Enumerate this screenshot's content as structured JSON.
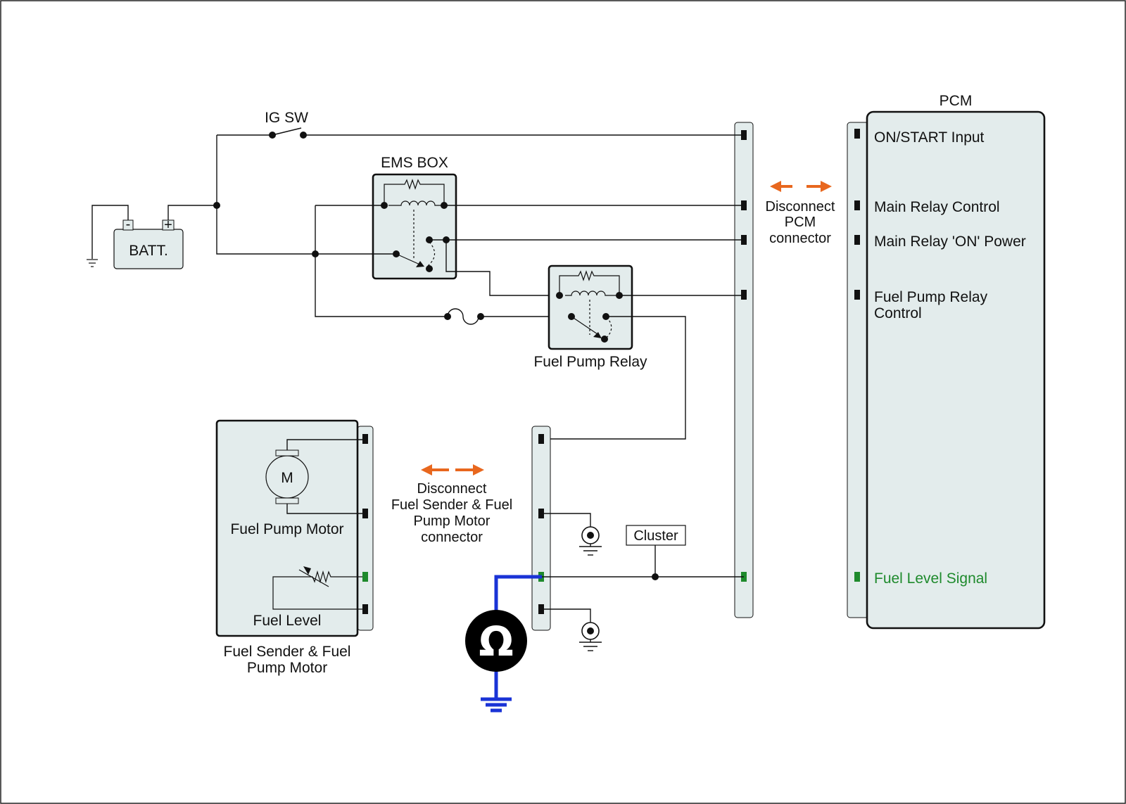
{
  "labels": {
    "ig_sw": "IG SW",
    "batt": "BATT.",
    "batt_neg": "-",
    "batt_pos": "+",
    "ems_box": "EMS BOX",
    "fuel_pump_relay": "Fuel Pump Relay",
    "disconnect_pcm": [
      "Disconnect",
      "PCM",
      "connector"
    ],
    "disconnect_fuel": [
      "Disconnect",
      "Fuel Sender & Fuel",
      "Pump Motor",
      "connector"
    ],
    "motor_symbol": "M",
    "fuel_pump_motor": "Fuel Pump Motor",
    "fuel_level": "Fuel Level",
    "fuel_sender_module": [
      "Fuel Sender & Fuel",
      "Pump Motor"
    ],
    "cluster": "Cluster",
    "ohm_symbol": "Ω"
  },
  "pcm": {
    "title": "PCM",
    "pins": [
      {
        "label": [
          "ON/START Input"
        ],
        "signal": false
      },
      {
        "label": [
          "Main Relay Control"
        ],
        "signal": false
      },
      {
        "label": [
          "Main Relay 'ON' Power"
        ],
        "signal": false
      },
      {
        "label": [
          "Fuel Pump Relay",
          "Control"
        ],
        "signal": false
      },
      {
        "label": [
          "Fuel Level Signal"
        ],
        "signal": true
      }
    ]
  },
  "colors": {
    "module_fill": "#e3ecec",
    "wire": "#111111",
    "signal_pin": "#1e8a2c",
    "disconnect_arrow": "#e8671e",
    "meter_lead": "#1a33d6"
  }
}
